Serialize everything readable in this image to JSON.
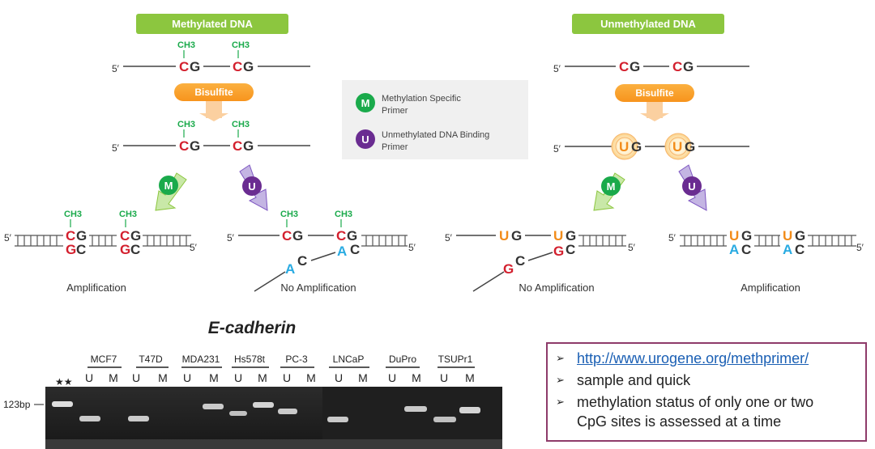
{
  "methylated_header": "Methylated DNA",
  "unmethylated_header": "Unmethylated DNA",
  "bisulfite_label": "Bisulfite",
  "five_prime": "5′",
  "ch3": "CH3",
  "legend": {
    "m_symbol": "M",
    "m_text_1": "Methylation Specific",
    "m_text_2": "Primer",
    "u_symbol": "U",
    "u_text_1": "Unmethylated DNA Binding",
    "u_text_2": "Primer"
  },
  "outcomes": {
    "amplification": "Amplification",
    "no_amplification": "No Amplification"
  },
  "gel": {
    "title": "E-cadherin",
    "marker_stars": "★★",
    "size_label": "123bp",
    "lane_u": "U",
    "lane_m": "M",
    "cell_lines": [
      "MCF7",
      "T47D",
      "MDA231",
      "Hs578t",
      "PC-3",
      "LNCaP",
      "DuPro",
      "TSUPr1"
    ]
  },
  "notes": {
    "link": "http://www.urogene.org/methprimer/",
    "item2": "sample and quick",
    "item3_line1": "methylation status of only one or two",
    "item3_line2": "CpG sites is assessed at a time"
  },
  "colors": {
    "header_green": "#8cc63f",
    "bisulfite_orange": "#f7941d",
    "m_green": "#1aaa4b",
    "u_purple": "#6a2c91",
    "cytosine_red": "#d3202e",
    "uracil_orange": "#f28c1a",
    "adenine_blue": "#29abe2"
  }
}
